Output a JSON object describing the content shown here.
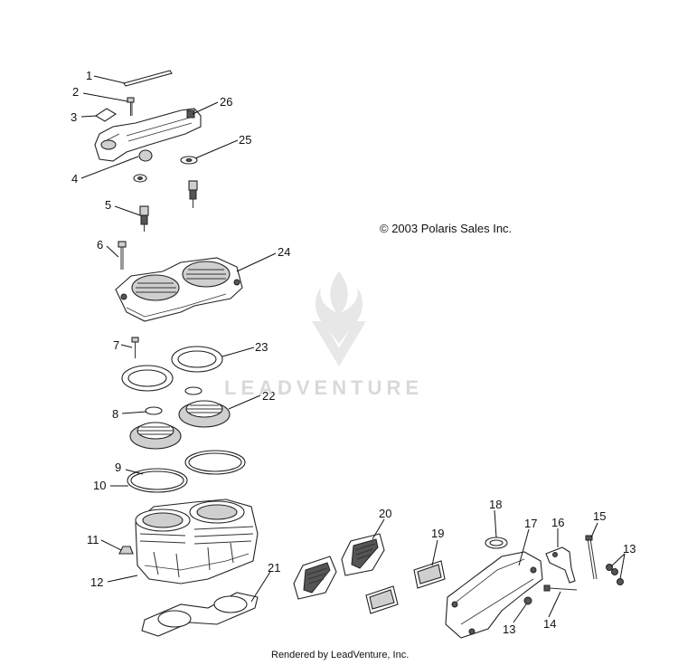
{
  "copyright": "© 2003 Polaris Sales Inc.",
  "watermark": "LEADVENTURE",
  "footer": "Rendered by LeadVenture, Inc.",
  "callouts": {
    "c1": "1",
    "c2": "2",
    "c3": "3",
    "c4": "4",
    "c5": "5",
    "c6": "6",
    "c7": "7",
    "c8": "8",
    "c9": "9",
    "c10": "10",
    "c11": "11",
    "c12": "12",
    "c13a": "13",
    "c13b": "13",
    "c14": "14",
    "c15": "15",
    "c16": "16",
    "c17": "17",
    "c18": "18",
    "c19": "19",
    "c20": "20",
    "c21": "21",
    "c22": "22",
    "c23": "23",
    "c24": "24",
    "c25": "25",
    "c26": "26"
  }
}
